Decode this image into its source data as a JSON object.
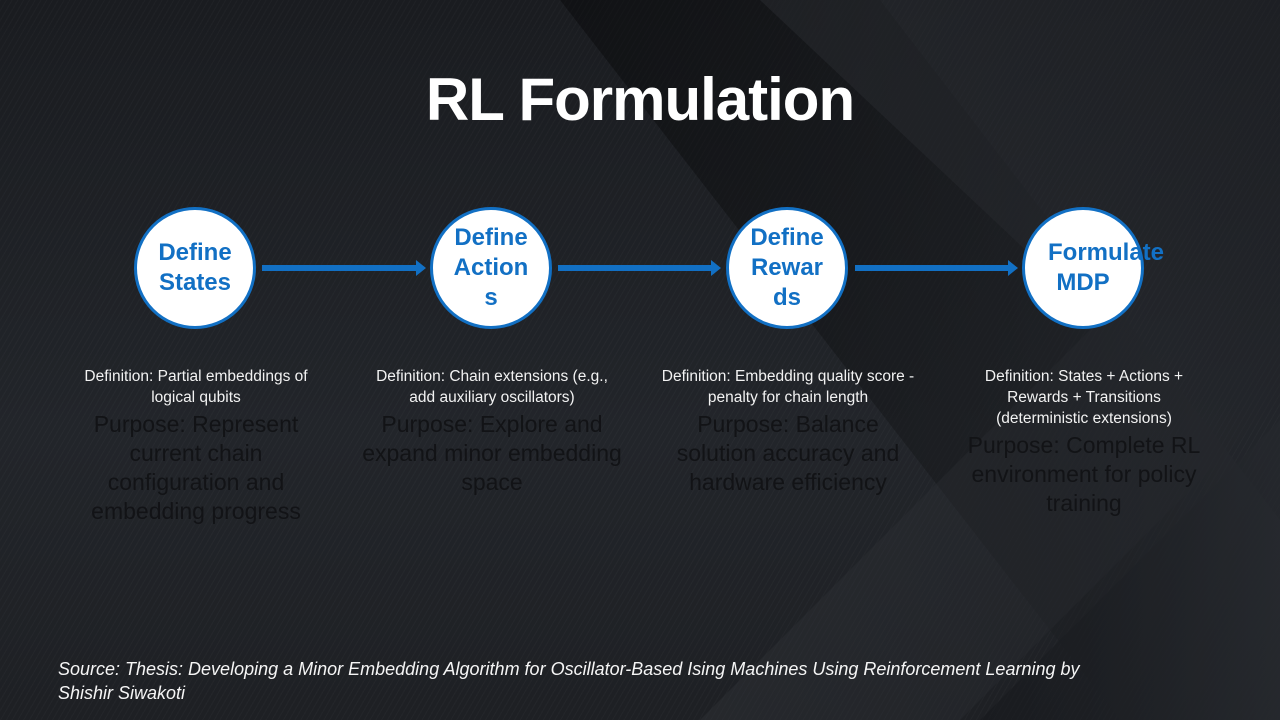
{
  "slide": {
    "title": "RL Formulation",
    "accent_color": "#1270c4",
    "steps": [
      {
        "label": "Define States",
        "definition": "Definition: Partial embeddings of logical qubits",
        "purpose": "Purpose: Represent current chain configuration and embedding progress"
      },
      {
        "label": "Define Actions",
        "definition": "Definition: Chain extensions (e.g., add auxiliary oscillators)",
        "purpose": "Purpose: Explore and expand minor embedding space"
      },
      {
        "label": "Define Rewards",
        "definition": "Definition: Embedding quality score - penalty for chain length",
        "purpose": "Purpose: Balance solution accuracy and hardware efficiency"
      },
      {
        "label": "Formulate MDP",
        "definition": "Definition: States + Actions + Rewards + Transitions (deterministic extensions)",
        "purpose": "Purpose: Complete RL environment for policy training"
      }
    ],
    "source": "Source: Thesis: Developing a Minor Embedding Algorithm for Oscillator-Based Ising Machines Using Reinforcement Learning by Shishir Siwakoti"
  }
}
